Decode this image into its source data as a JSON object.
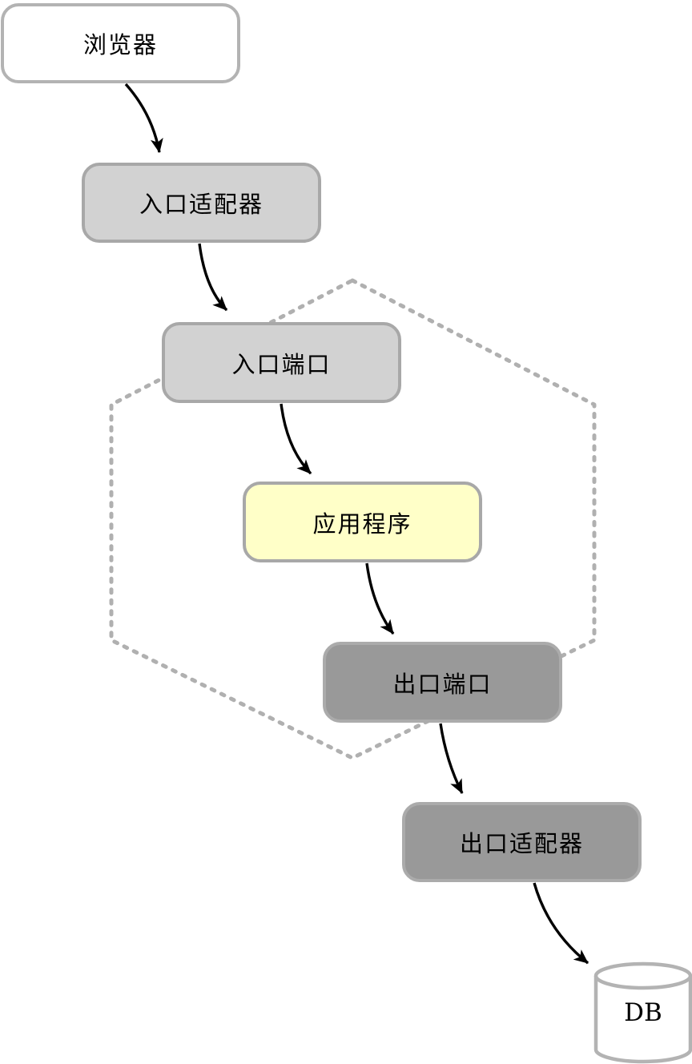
{
  "diagram": {
    "background": "#ffffff",
    "edge_color": "#000000",
    "hexagon_boundary": {
      "stroke": "#b0b0b0",
      "style": "dashed",
      "encloses": [
        "inbound-port",
        "application",
        "outbound-port"
      ]
    },
    "nodes": [
      {
        "id": "browser",
        "label": "浏览器",
        "shape": "rounded-rect",
        "fill": "#ffffff",
        "border": "#b3b3b3"
      },
      {
        "id": "inbound-adapter",
        "label": "入口适配器",
        "shape": "rounded-rect",
        "fill": "#d2d2d2",
        "border": "#a8a8a8"
      },
      {
        "id": "inbound-port",
        "label": "入口端口",
        "shape": "rounded-rect",
        "fill": "#d2d2d2",
        "border": "#a8a8a8"
      },
      {
        "id": "application",
        "label": "应用程序",
        "shape": "rounded-rect",
        "fill": "#ffffc8",
        "border": "#a8a8a8"
      },
      {
        "id": "outbound-port",
        "label": "出口端口",
        "shape": "rounded-rect",
        "fill": "#999999",
        "border": "#ababab"
      },
      {
        "id": "outbound-adapter",
        "label": "出口适配器",
        "shape": "rounded-rect",
        "fill": "#999999",
        "border": "#ababab"
      },
      {
        "id": "db",
        "label": "DB",
        "shape": "cylinder",
        "fill": "#ffffff",
        "border": "#b3b3b3"
      }
    ],
    "edges": [
      {
        "from": "browser",
        "to": "inbound-adapter"
      },
      {
        "from": "inbound-adapter",
        "to": "inbound-port"
      },
      {
        "from": "inbound-port",
        "to": "application"
      },
      {
        "from": "application",
        "to": "outbound-port"
      },
      {
        "from": "outbound-port",
        "to": "outbound-adapter"
      },
      {
        "from": "outbound-adapter",
        "to": "db"
      }
    ]
  }
}
